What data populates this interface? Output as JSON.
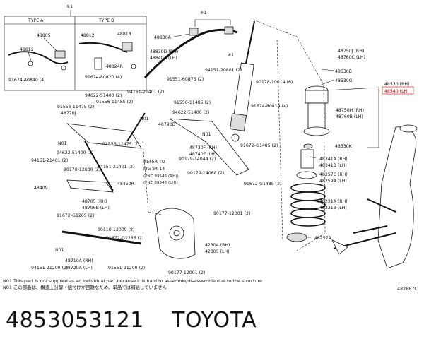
{
  "diagram": {
    "type_a": {
      "label": "TYPE A",
      "parts": [
        "48805",
        "48812",
        "91674-A0840 (4)"
      ]
    },
    "type_b": {
      "label": "TYPE B",
      "parts": [
        "48812",
        "48818",
        "48824R",
        "91674-80820 (4)"
      ]
    },
    "mark": "※1",
    "refer_to": [
      "REFER TO",
      "FIG 84-14",
      "(PNC 89545 (RH))",
      "(PNC 89546 (LH))"
    ],
    "labels": [
      "48830A",
      "48830D (RH)",
      "48840A (LH)",
      "94151-20801 (2)",
      "91551-60875 (2)",
      "94622-51400 (2)",
      "91556-11475 (2)",
      "91556-11485 (2)",
      "48770J",
      "94151-21401 (2)",
      "48790D",
      "94622-51400 (2)",
      "91556-11485 (2)",
      "91556-11475 (2)",
      "48730F (RH)",
      "48740F (LH)",
      "91672-G1485 (2)",
      "90179-14044 (2)",
      "90179-14068 (2)",
      "91672-G1485 (2)",
      "94622-51400 (2)",
      "94151-21401 (2)",
      "94151-21401 (2)",
      "90170-12030 (2)",
      "48409",
      "48452R",
      "48705 (RH)",
      "48706B (LH)",
      "91672-G1265 (2)",
      "90110-12009 (8)",
      "90177-12001 (2)",
      "91672-G1265 (2)",
      "48710A (RH)",
      "48720A (LH)",
      "94151-21200 (2)",
      "91551-21200 (2)",
      "42304 (RH)",
      "42305 (LH)",
      "90177-12001 (2)",
      "90178-10014 (6)",
      "91674-80814 (4)",
      "48750J (RH)",
      "48760C (LH)",
      "48530B",
      "48530G",
      "48530 (RH)",
      "48540 (LH)",
      "48750H (RH)",
      "48760B (LH)",
      "48530K",
      "48341A (RH)",
      "48341B (LH)",
      "48257C (RH)",
      "48259A (LH)",
      "48231A (RH)",
      "48231B (LH)",
      "48257A",
      "N01",
      "N01",
      "N01",
      "N01"
    ]
  },
  "notes": [
    {
      "code": "N01",
      "text": "This part is not supplied as an individual part,because it is hard to assemble/disassemble due to the structure"
    },
    {
      "code": "N01",
      "text": "この部品は、構造上分解・組付けが困難なため、単品では補給していません"
    }
  ],
  "figure_code": "482887C",
  "part_number": "4853053121",
  "brand": "TOYOTA",
  "colors": {
    "highlight": "#d00000",
    "ink": "#111111"
  }
}
